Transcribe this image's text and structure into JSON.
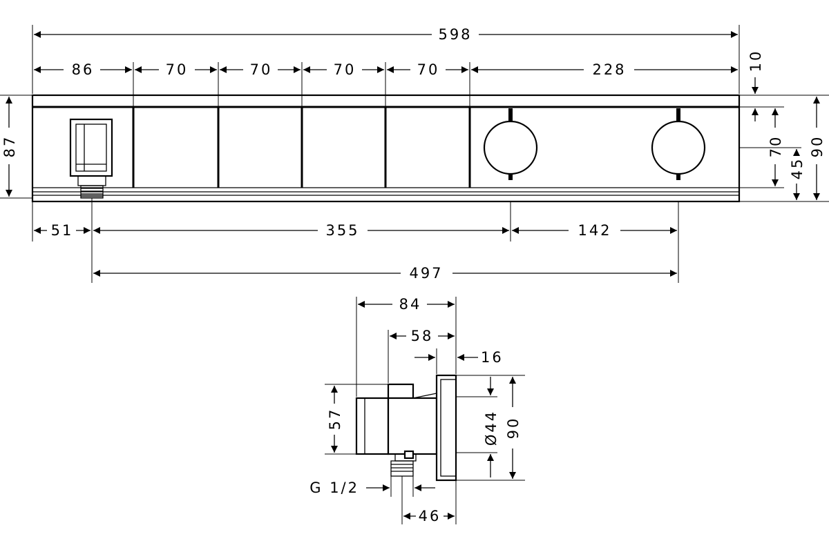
{
  "front_view": {
    "overall_width": "598",
    "segments": [
      "86",
      "70",
      "70",
      "70",
      "70",
      "228"
    ],
    "top_offset": "10",
    "left_height": "87",
    "right_height_90": "90",
    "right_height_70": "70",
    "right_height_45": "45",
    "bottom_51": "51",
    "bottom_355": "355",
    "bottom_142": "142",
    "bottom_497": "497"
  },
  "side_view": {
    "depth_84": "84",
    "depth_58": "58",
    "plate_16": "16",
    "height_57": "57",
    "diameter_44": "Ø44",
    "height_90": "90",
    "thread": "G 1/2",
    "outlet_46": "46"
  }
}
